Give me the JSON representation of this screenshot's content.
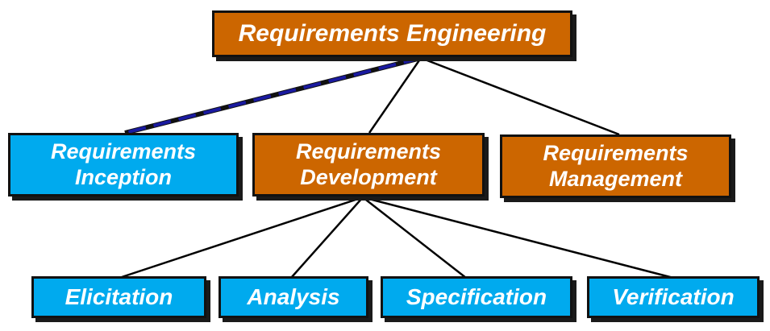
{
  "colors": {
    "brown_box": "#cc6600",
    "blue_box": "#00aaee",
    "border": "#111111",
    "dashed_connector": "#1a1aa0"
  },
  "nodes": {
    "root": {
      "label": "Requirements Engineering"
    },
    "inception": {
      "line1": "Requirements",
      "line2": "Inception"
    },
    "development": {
      "line1": "Requirements",
      "line2": "Development"
    },
    "management": {
      "line1": "Requirements",
      "line2": "Management"
    },
    "elicitation": {
      "label": "Elicitation"
    },
    "analysis": {
      "label": "Analysis"
    },
    "specification": {
      "label": "Specification"
    },
    "verification": {
      "label": "Verification"
    }
  }
}
